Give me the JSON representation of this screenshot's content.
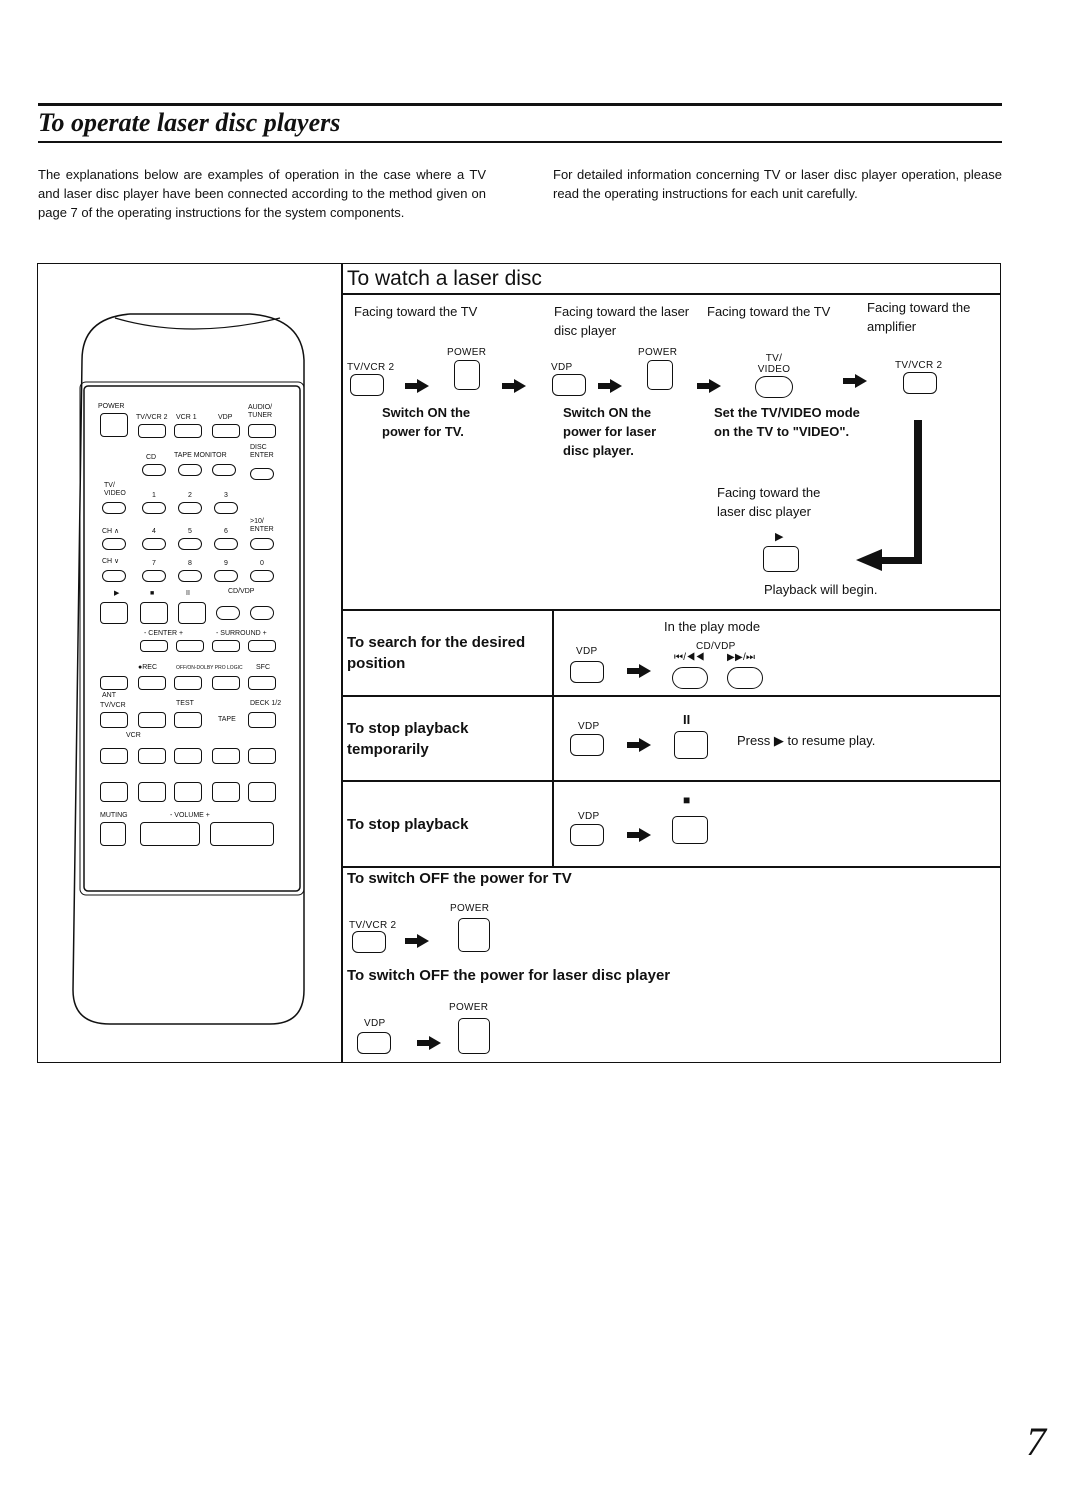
{
  "header": {
    "title": "To operate laser disc players",
    "intro_left": "The explanations below are examples of operation in the case where a TV and laser disc player have been connected according to the method given on page 7 of the operating instructions for the system components.",
    "intro_right": "For detailed information concerning TV or laser disc player operation, please read the operating instructions for each unit carefully."
  },
  "watch": {
    "title": "To watch a laser disc",
    "steps": [
      {
        "facing": "Facing toward the TV",
        "button_label": "TV/VCR 2",
        "button2_label": "POWER",
        "text": "Switch ON the power for TV."
      },
      {
        "facing": "Facing toward the laser disc player",
        "button_label": "VDP",
        "button2_label": "POWER",
        "text": "Switch ON the power for laser disc player."
      },
      {
        "facing": "Facing toward the TV",
        "button_label": "TV/ VIDEO",
        "text": "Set the TV/VIDEO mode on the TV to \"VIDEO\"."
      },
      {
        "facing": "Facing toward the amplifier",
        "button_label": "TV/VCR 2"
      }
    ],
    "final_facing": "Facing toward the laser disc player",
    "final_text": "Playback will begin."
  },
  "operations": [
    {
      "label": "To search for the desired position",
      "note": "In the play mode",
      "button_label": "VDP",
      "button2_label": "CD/VDP",
      "skip_labels": [
        "⏮/◀◀",
        "▶▶/⏭"
      ]
    },
    {
      "label": "To stop playback temporarily",
      "button_label": "VDP",
      "symbol": "II",
      "note": "Press ▶ to resume play."
    },
    {
      "label": "To stop playback",
      "button_label": "VDP",
      "symbol": "■"
    }
  ],
  "switch_off": {
    "tv_title": "To switch OFF the power for TV",
    "tv_button": "TV/VCR 2",
    "tv_power": "POWER",
    "ldp_title": "To switch OFF the power for laser disc player",
    "ldp_button": "VDP",
    "ldp_power": "POWER"
  },
  "remote": {
    "labels": {
      "power": "POWER",
      "tvvcr2": "TV/VCR 2",
      "vcr1": "VCR 1",
      "vdp": "VDP",
      "audio": "AUDIO/ TUNER",
      "cd": "CD",
      "tape": "TAPE MONITOR",
      "disc": "DISC",
      "disc_enter": "DISC ENTER",
      "tv_video": "TV/ VIDEO",
      "n1": "1",
      "n2": "2",
      "n3": "3",
      "n4": "4",
      "n5": "5",
      "n6": "6",
      "n7": "7",
      "n8": "8",
      "n9": "9",
      "n0": "0",
      "ten": ">10/ ENTER",
      "ch_up": "CH ∧",
      "ch_down": "CH ∨",
      "play": "▶",
      "stop": "■",
      "pause": "II",
      "cdvdp": "CD/VDP",
      "center": "- CENTER +",
      "surround": "- SURROUND +",
      "rec": "●REC",
      "dolby": "OFF/ON-DOLBY PRO LOGIC",
      "sfc": "SFC",
      "ant": "ANT",
      "tvvcr": "TV/VCR",
      "test": "TEST",
      "deck": "DECK 1/2",
      "tape_lbl": "TAPE",
      "vcr": "VCR",
      "muting": "MUTING",
      "volume": "- VOLUME +"
    }
  },
  "page_number": "7"
}
